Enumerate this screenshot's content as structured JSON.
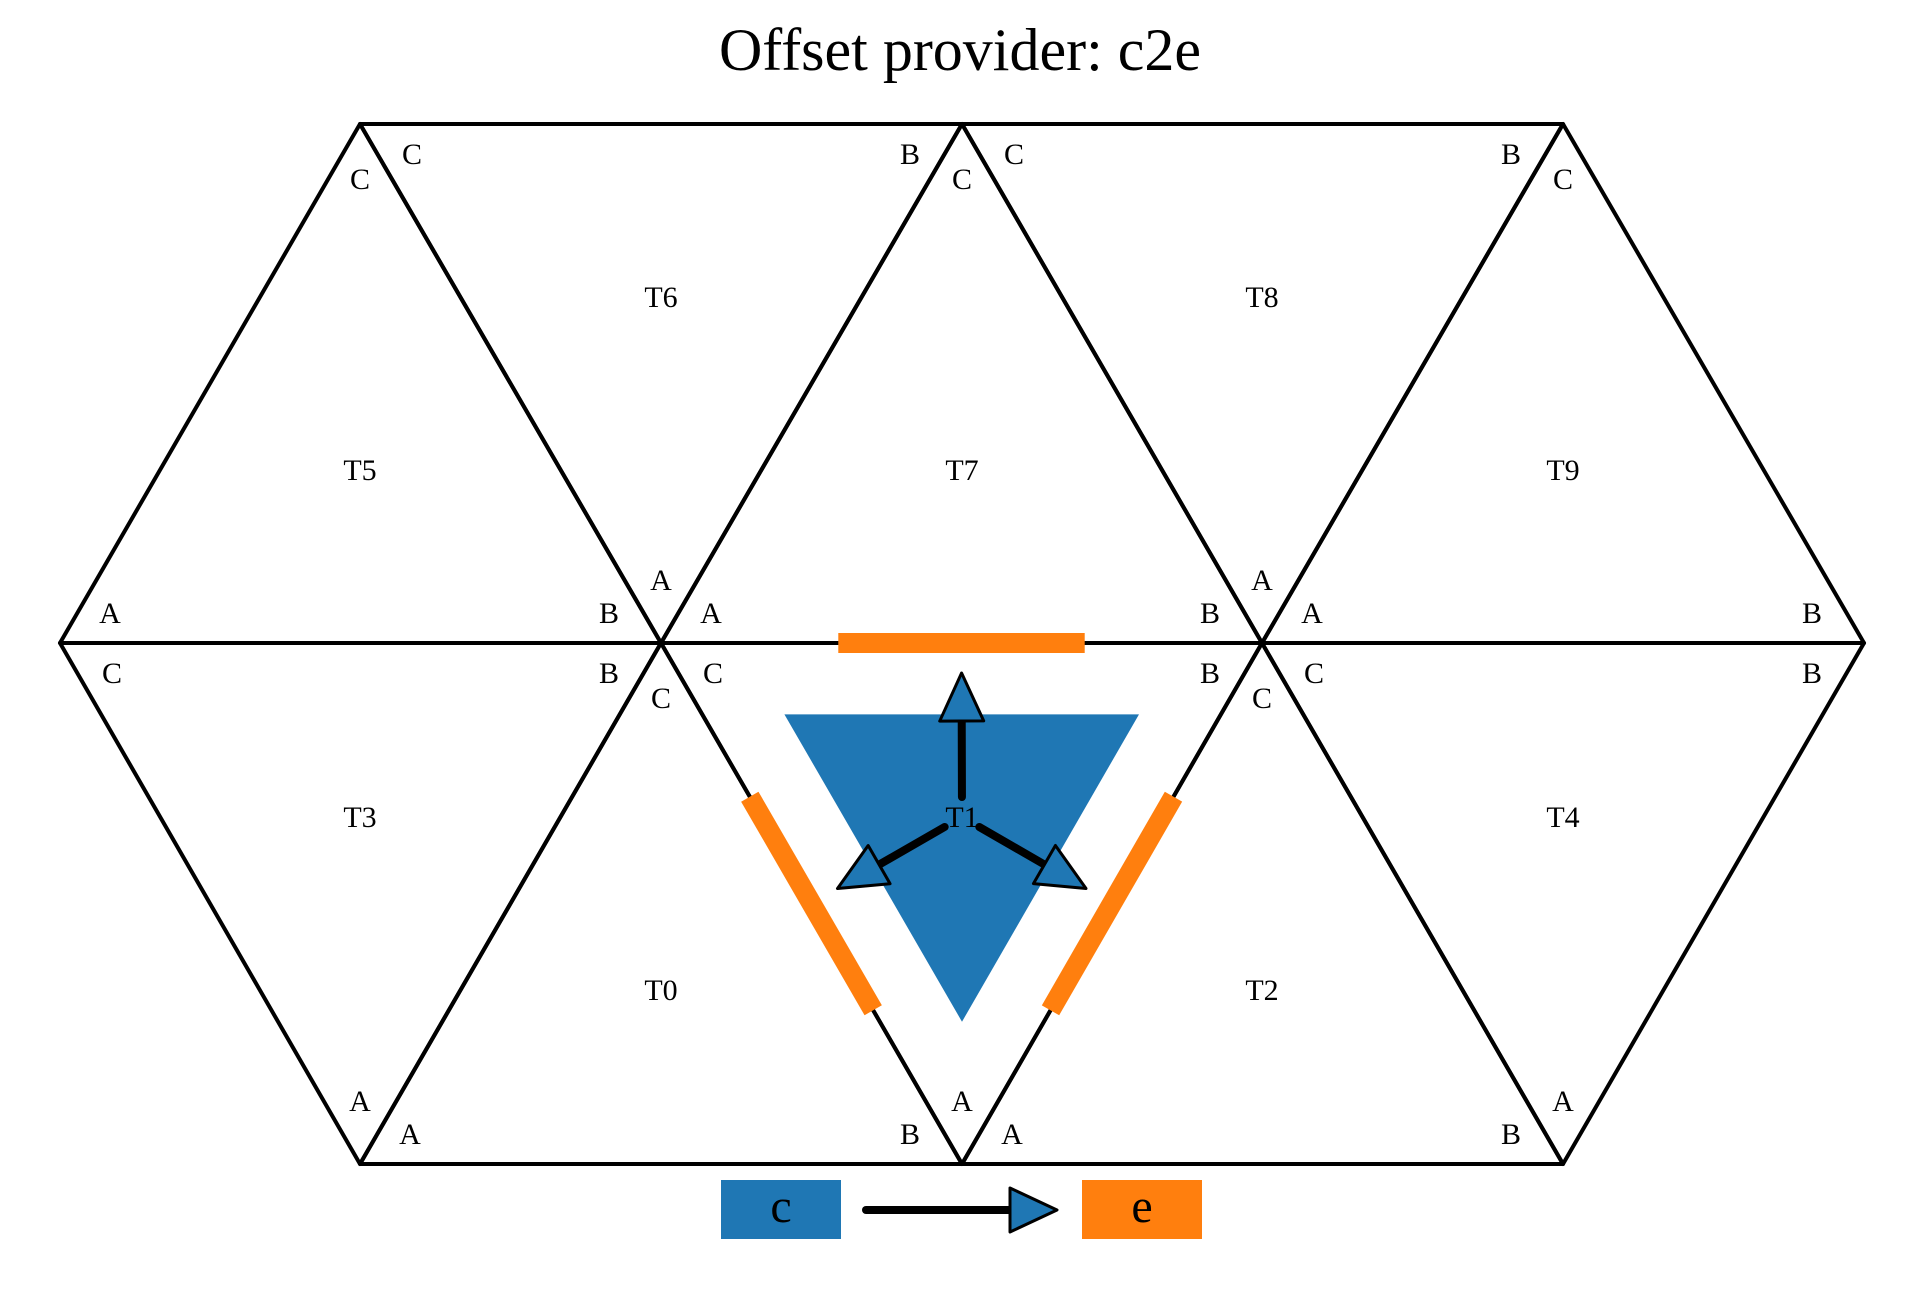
{
  "title": "Offset provider: c2e",
  "colors": {
    "source": "#1f77b4",
    "target": "#ff7f0e",
    "mesh": "#000000"
  },
  "triangles": [
    {
      "id": "T0",
      "label": "T0",
      "vertices": [
        "A",
        "B",
        "C"
      ]
    },
    {
      "id": "T1",
      "label": "T1",
      "vertices": [
        "A",
        "B",
        "C"
      ]
    },
    {
      "id": "T2",
      "label": "T2",
      "vertices": [
        "A",
        "B",
        "C"
      ]
    },
    {
      "id": "T3",
      "label": "T3",
      "vertices": [
        "A",
        "B",
        "C"
      ]
    },
    {
      "id": "T4",
      "label": "T4",
      "vertices": [
        "A",
        "B",
        "C"
      ]
    },
    {
      "id": "T5",
      "label": "T5",
      "vertices": [
        "A",
        "B",
        "C"
      ]
    },
    {
      "id": "T6",
      "label": "T6",
      "vertices": [
        "A",
        "B",
        "C"
      ]
    },
    {
      "id": "T7",
      "label": "T7",
      "vertices": [
        "A",
        "B",
        "C"
      ]
    },
    {
      "id": "T8",
      "label": "T8",
      "vertices": [
        "A",
        "B",
        "C"
      ]
    },
    {
      "id": "T9",
      "label": "T9",
      "vertices": [
        "A",
        "B",
        "C"
      ]
    }
  ],
  "highlight": {
    "source_cell": "T1",
    "target_edges": 3
  },
  "legend": {
    "source_label": "c",
    "target_label": "e"
  }
}
